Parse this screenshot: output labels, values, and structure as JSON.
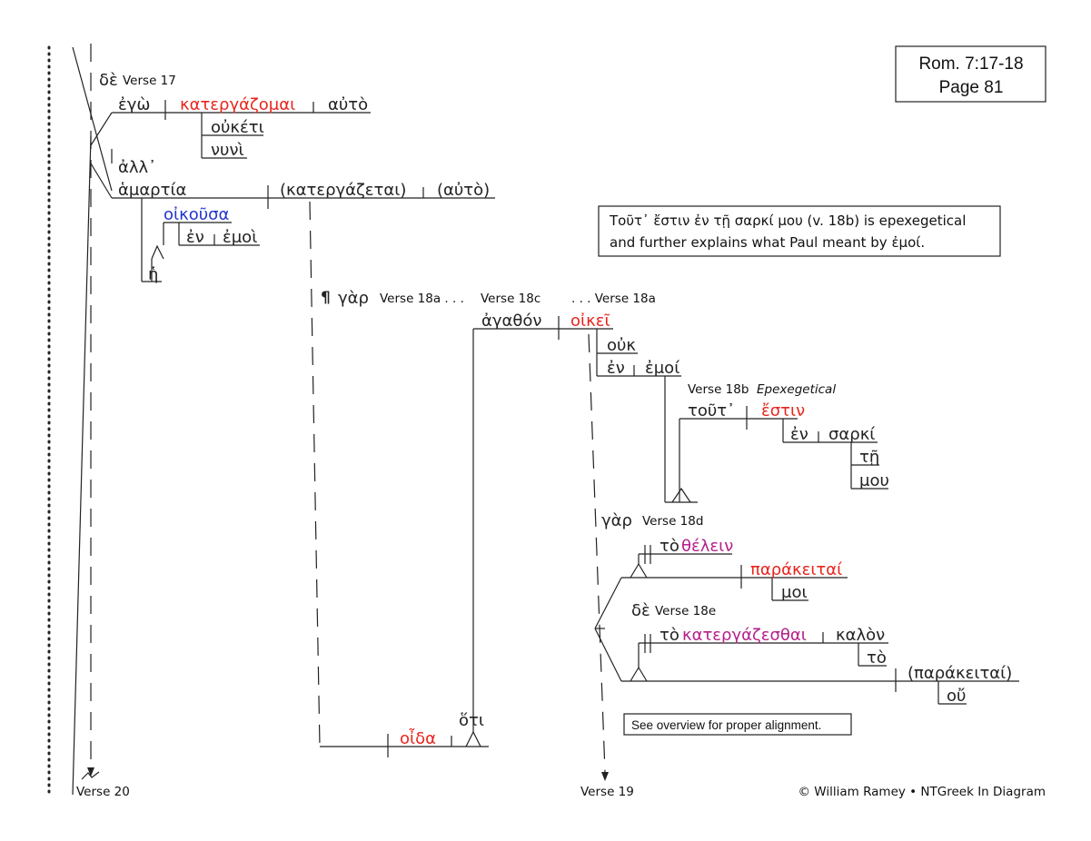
{
  "ref_box": {
    "line1": "Rom. 7:17-18",
    "line2": "Page 81"
  },
  "note_box": {
    "line1": "Τοῦτ᾽ ἔστιν ἐν τῇ σαρκί μου (v. 18b) is epexegetical",
    "line2": "and further explains what Paul meant by ἐμοί."
  },
  "align_note": "See overview for proper alignment.",
  "footer": {
    "verse20": "Verse 20",
    "verse19": "Verse 19",
    "copyright": "© William Ramey • NTGreek In Diagram"
  },
  "labels": {
    "de_17": "δὲ",
    "verse17": "Verse 17",
    "gar_18a": "γὰρ",
    "verse18a": "Verse 18a . . .",
    "verse18c": "Verse 18c",
    "verse18a_cont": ". . . Verse 18a",
    "verse18b": "Verse 18b",
    "epexegetical": "Epexegetical",
    "gar_18d": "γὰρ",
    "verse18d": "Verse 18d",
    "de_18e": "δὲ",
    "verse18e": "Verse 18e"
  },
  "words": {
    "ego": "ἐγὼ",
    "katergazomai": "κατεργάζομαι",
    "auto": "αὐτὸ",
    "ouketi": "οὐκέτι",
    "nuni": "νυνὶ",
    "all": "ἀλλ᾽",
    "hamartia": "ἁμαρτία",
    "katergazetai_paren": "(κατεργάζεται)",
    "auto_paren": "(αὐτὸ)",
    "oikousa": "οἰκοῦσα",
    "en1": "ἐν",
    "emoi1": "ἐμοὶ",
    "he": "ἡ",
    "agathon": "ἀγαθόν",
    "oikei": "οἰκεῖ",
    "ouk": "οὐκ",
    "en2": "ἐν",
    "emoi2": "ἐμοί",
    "tout": "τοῦτ᾽",
    "estin": "ἔστιν",
    "en3": "ἐν",
    "sarki": "σαρκί",
    "te": "τῇ",
    "mou": "μου",
    "to1": "τὸ",
    "thelein": "θέλειν",
    "parakeitai": "παράκειταί",
    "moi": "μοι",
    "to2": "τὸ",
    "katergazesthai": "κατεργάζεσθαι",
    "kalon": "καλὸν",
    "to3": "τὸ",
    "parakeitai_paren": "(παράκειταί)",
    "ou": "οὔ",
    "oida": "οἶδα",
    "hoti": "ὅτι"
  },
  "colors": {
    "verb": "#e8251d",
    "participle": "#2234d0",
    "infinitive": "#b5208a",
    "text": "#222222"
  },
  "icons": {
    "paragraph": "pilcrow-icon",
    "break": "zigzag-break-icon"
  }
}
